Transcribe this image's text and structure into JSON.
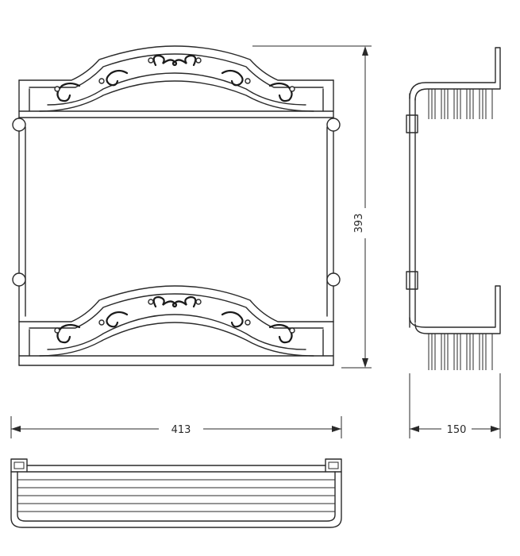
{
  "dimensions": {
    "height": "393",
    "width": "413",
    "depth": "150"
  },
  "colors": {
    "line": "#2a2a2a",
    "background": "#ffffff"
  }
}
